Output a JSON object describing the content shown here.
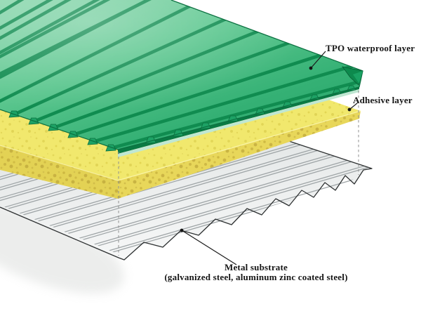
{
  "background_color": "#ffffff",
  "annotations": {
    "tpo": {
      "label": "TPO waterproof layer"
    },
    "adhesive": {
      "label": "Adhesive layer"
    },
    "metal": {
      "label_line1": "Metal substrate",
      "label_line2": "(galvanized steel, aluminum zinc coated steel)"
    }
  },
  "layers": [
    {
      "name": "TPO waterproof layer",
      "color": "#31af72"
    },
    {
      "name": "Adhesive layer",
      "color": "#f1e86d"
    },
    {
      "name": "Metal substrate (galvanized steel, aluminum zinc coated steel)",
      "color": "#e9ebeb"
    }
  ]
}
